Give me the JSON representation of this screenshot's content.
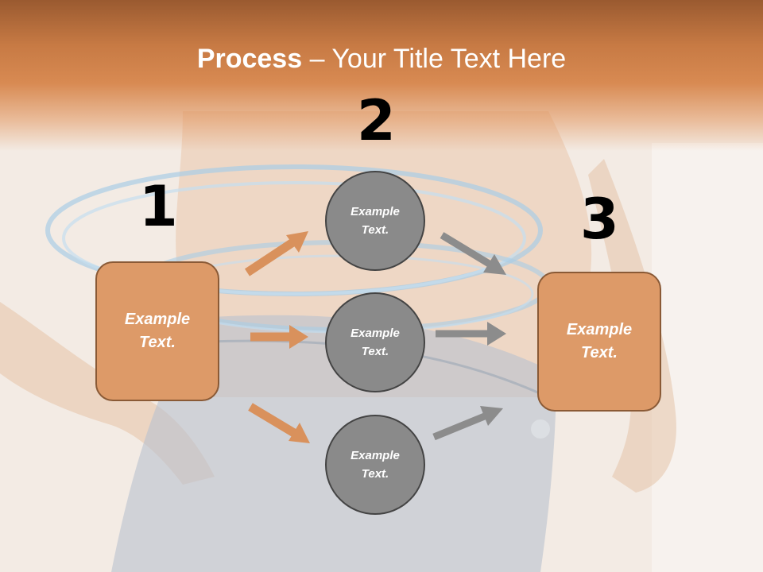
{
  "title": {
    "bold": "Process",
    "dash": "–",
    "rest": "Your Title Text Here"
  },
  "steps": [
    {
      "number": "1"
    },
    {
      "number": "2"
    },
    {
      "number": "3"
    }
  ],
  "left_box": {
    "text": "Example Text."
  },
  "right_box": {
    "text": "Example Text."
  },
  "circles": [
    {
      "text": "Example Text."
    },
    {
      "text": "Example Text."
    },
    {
      "text": "Example Text."
    }
  ],
  "colors": {
    "header": "#c77a44",
    "box_fill": "#dd9a68",
    "box_border": "#8a5a36",
    "circle_fill": "#8a8a8a",
    "circle_border": "#444444",
    "arrow_orange": "#d9915c",
    "arrow_gray": "#8c8c8c"
  }
}
